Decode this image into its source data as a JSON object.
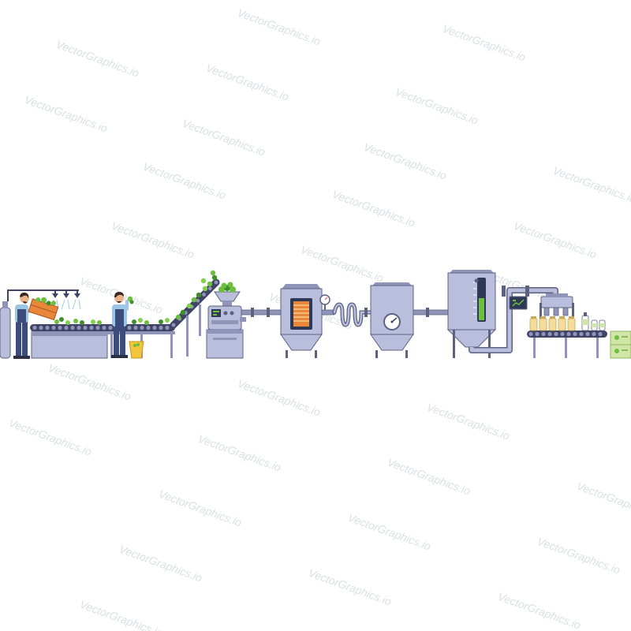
{
  "watermark": {
    "text": "VectorGraphics.io",
    "color": "#dcdfe6"
  },
  "palette": {
    "machine_body": "#b9bedd",
    "machine_dark": "#8f94b8",
    "outline": "#5d6180",
    "belt": "#3f4366",
    "grape": "#6cbf3f",
    "grape_dark": "#3e8f2a",
    "juice": "#f4dc9a",
    "crate_orange": "#e8863a",
    "box_green": "#cfe6a8",
    "bucket": "#f2c53d",
    "worker_shirt": "#9dc6e6",
    "worker_overalls": "#3a4c7c",
    "skin": "#e9b48a",
    "hair": "#3a2a22"
  },
  "scene": {
    "stages": [
      {
        "name": "washing-sorting-line",
        "icon": "conveyor-icon"
      },
      {
        "name": "incline-conveyor",
        "icon": "elevator-conveyor-icon"
      },
      {
        "name": "crusher-press",
        "icon": "press-icon"
      },
      {
        "name": "filter-tank",
        "icon": "filter-icon"
      },
      {
        "name": "coil-heat-exchanger",
        "icon": "coil-icon"
      },
      {
        "name": "pasteurizer-tank",
        "icon": "gauge-tank-icon"
      },
      {
        "name": "storage-silo",
        "icon": "silo-icon"
      },
      {
        "name": "bottling-line",
        "icon": "bottling-icon"
      },
      {
        "name": "packaged-boxes",
        "icon": "box-icon"
      }
    ]
  }
}
